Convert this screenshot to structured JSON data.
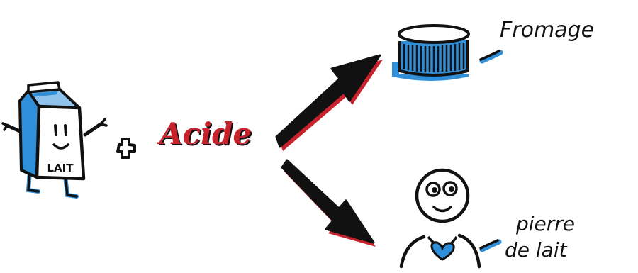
{
  "carton": {
    "label": "LAIT"
  },
  "operator": "+",
  "acid": {
    "label": "Acide"
  },
  "outcomes": {
    "cheese": {
      "label": "Fromage"
    },
    "person": {
      "label_line1": "pierre",
      "label_line2": "de lait"
    }
  },
  "colors": {
    "ink": "#111111",
    "blue": "#2f8fd8",
    "red": "#c8232c",
    "paper": "#ffffff"
  }
}
